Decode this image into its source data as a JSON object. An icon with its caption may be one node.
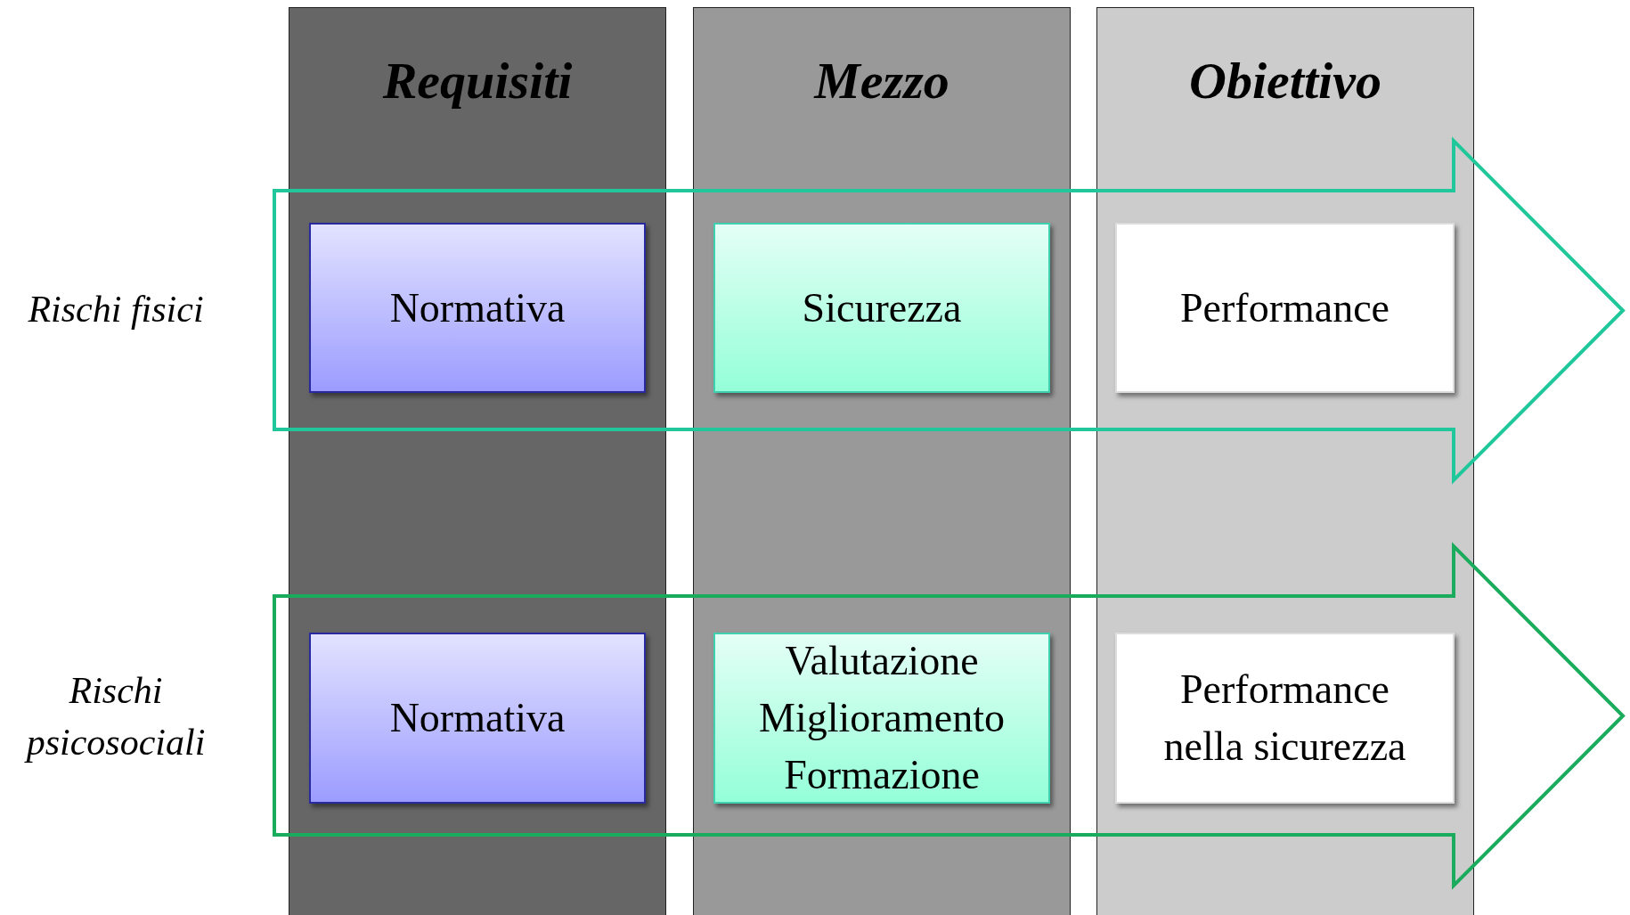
{
  "diagram": {
    "nodes": [
      {
        "text": [
          "Requisiti"
        ]
      },
      {
        "text": [
          "Mezzo"
        ]
      },
      {
        "text": [
          "Obiettivo"
        ]
      },
      {
        "text": [],
        "shape": "arrow"
      },
      {
        "text": [
          "Normativa"
        ]
      },
      {
        "text": [
          "Sicurezza"
        ]
      },
      {
        "text": [
          "Performance"
        ]
      },
      {
        "text": [],
        "shape": "arrow"
      },
      {
        "text": [
          "Normativa"
        ]
      },
      {
        "text": [
          "Valutazione Miglioramento Formazione"
        ]
      },
      {
        "text": [
          "Performance nella sicurezza"
        ]
      }
    ],
    "labels": [
      "Rischi fisici",
      "Rischi psicosociali"
    ]
  }
}
